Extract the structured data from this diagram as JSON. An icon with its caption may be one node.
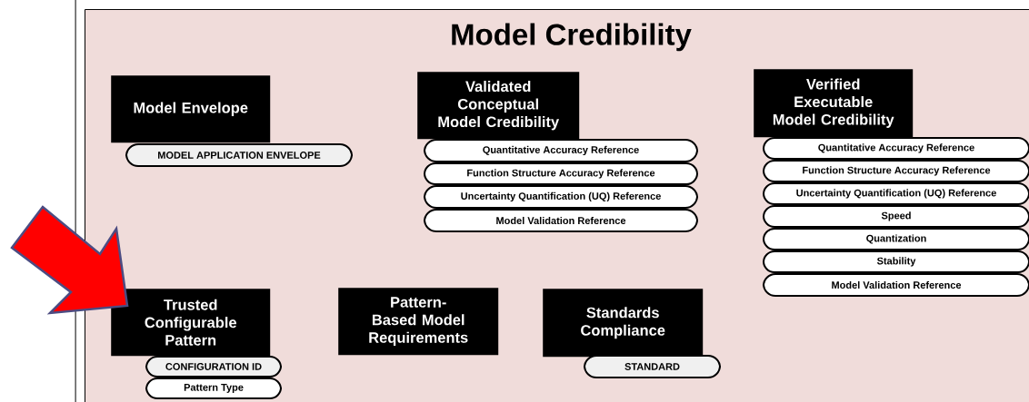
{
  "diagram": {
    "nodes": [
      {
        "text": [
          "Model Credibility"
        ]
      },
      {
        "text": [
          "Model Envelope"
        ],
        "in": 0
      },
      {
        "text": [
          "MODEL APPLICATION ENVELOPE"
        ],
        "in": 0
      },
      {
        "text": [
          "Validated Conceptual Model Credibility"
        ],
        "in": 0
      },
      {
        "text": [
          "Quantitative Accuracy Reference"
        ],
        "in": 0
      },
      {
        "text": [
          "Function Structure Accuracy Reference"
        ],
        "in": 0
      },
      {
        "text": [
          "Uncertainty Quantification (UQ) Reference"
        ],
        "in": 0
      },
      {
        "text": [
          "Model Validation Reference"
        ],
        "in": 0
      },
      {
        "text": [
          "Verified Executable Model Credibility"
        ],
        "in": 0
      },
      {
        "text": [
          "Quantitative Accuracy Reference"
        ],
        "in": 0
      },
      {
        "text": [
          "Function Structure Accuracy Reference"
        ],
        "in": 0
      },
      {
        "text": [
          "Uncertainty Quantification (UQ) Reference"
        ],
        "in": 0
      },
      {
        "text": [
          "Speed"
        ],
        "in": 0
      },
      {
        "text": [
          "Quantization"
        ],
        "in": 0
      },
      {
        "text": [
          "Stability"
        ],
        "in": 0
      },
      {
        "text": [
          "Model Validation Reference"
        ],
        "in": 0
      },
      {
        "text": [
          "Trusted Configurable Pattern"
        ],
        "in": 0
      },
      {
        "text": [
          "CONFIGURATION ID"
        ],
        "in": 0
      },
      {
        "text": [
          "Pattern Type"
        ],
        "in": 0
      },
      {
        "text": [
          "Pattern-Based Model Requirements"
        ],
        "in": 0
      },
      {
        "text": [
          "Standards Compliance"
        ],
        "in": 0
      },
      {
        "text": [
          "STANDARD"
        ],
        "in": 0
      }
    ],
    "edges": [
      {
        "from": null,
        "to": 16,
        "arrow": "to",
        "style": "thick",
        "color": "#ff0000"
      }
    ]
  }
}
